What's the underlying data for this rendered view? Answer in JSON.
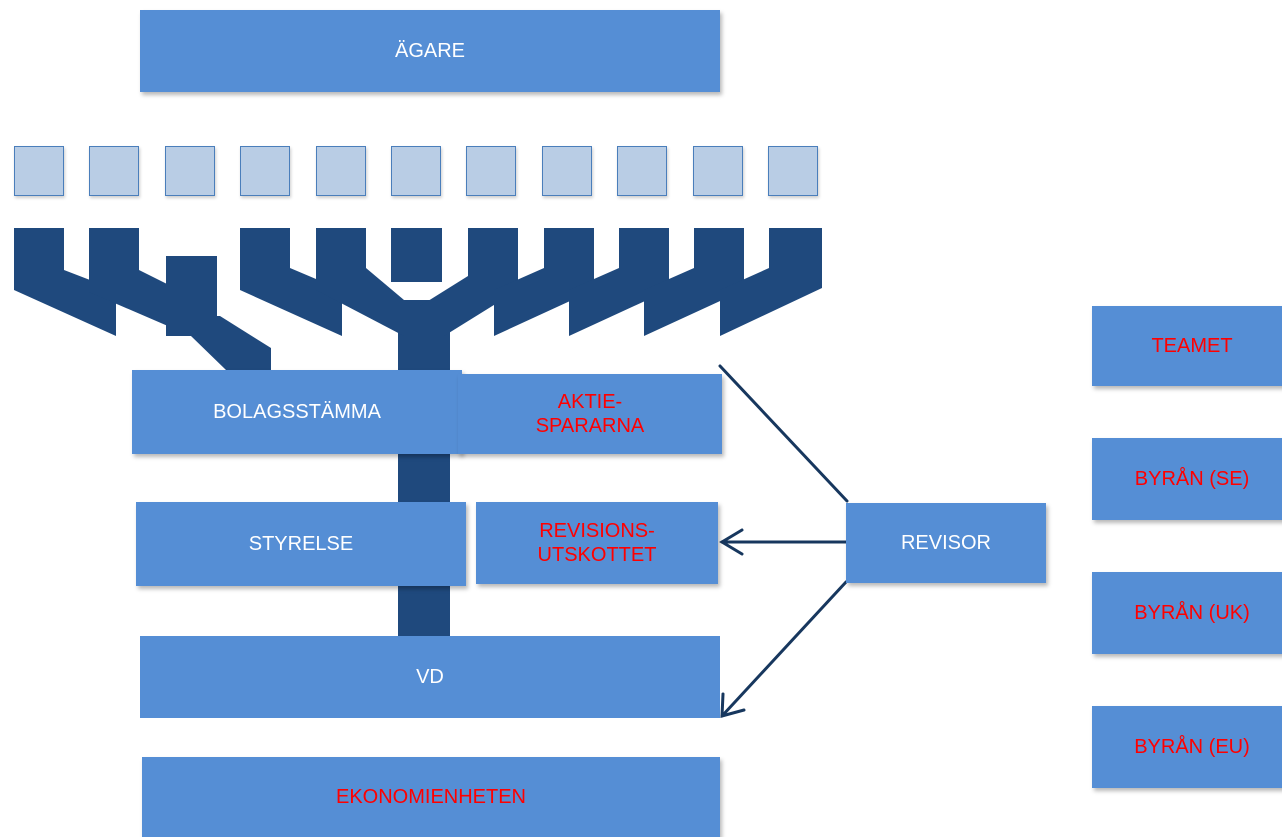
{
  "boxes": {
    "agare": "ÄGARE",
    "bolagsstamma": "BOLAGSSTÄMMA",
    "aktiespararna": "AKTIE-\nSPARARNA",
    "styrelse": "STYRELSE",
    "revisionsutskottet": "REVISIONS-\nUTSKOTTET",
    "vd": "VD",
    "ekonomienheten": "EKONOMIENHETEN",
    "revisor": "REVISOR",
    "teamet": "TEAMET",
    "byran_se": "BYRÅN (SE)",
    "byran_uk": "BYRÅN (UK)",
    "byran_eu": "BYRÅN (EU)"
  },
  "shareholder_count": 11,
  "colors": {
    "box_fill": "#558ed5",
    "box_text": "#ffffff",
    "highlight_text": "#ff0000",
    "holder_fill": "#b9cde5",
    "pipe": "#1f497d",
    "arrow": "#17375e"
  }
}
